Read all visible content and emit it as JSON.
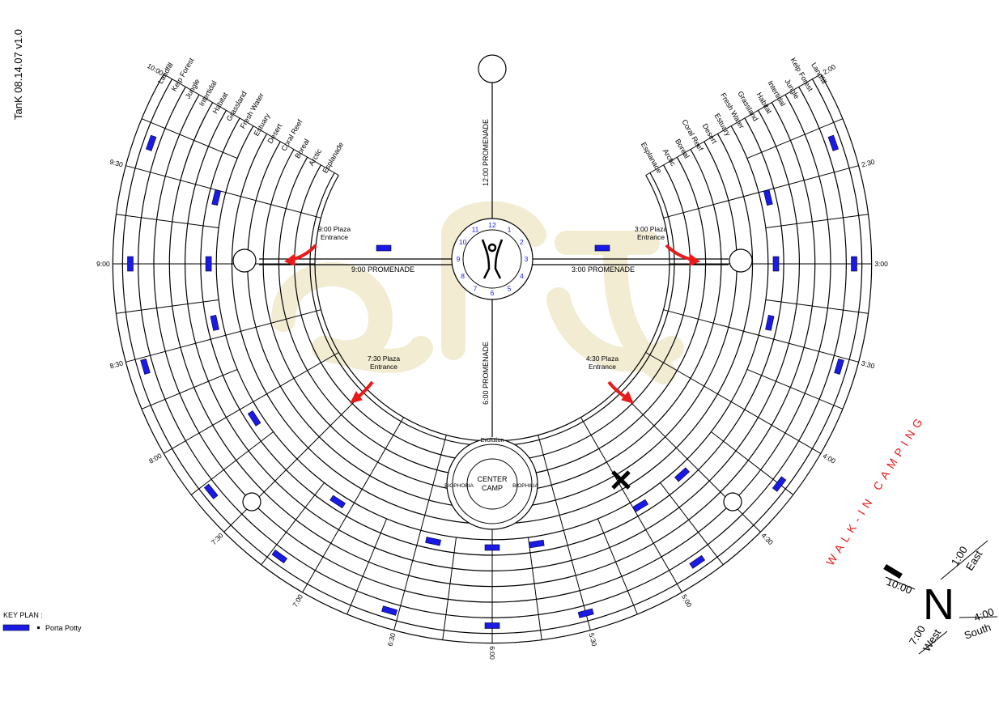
{
  "title": "TanK 08.14.07   v1.0",
  "streets": [
    "Esplanade",
    "Arctic",
    "Boreal",
    "Coral Reef",
    "Desert",
    "Estuary",
    "Fresh Water",
    "Grassland",
    "Habitat",
    "Intertidal",
    "Jungle",
    "Kelp Forest",
    "Landfill"
  ],
  "time_labels": [
    "2:00",
    "2:30",
    "3:00",
    "3:30",
    "4:00",
    "4:30",
    "5:00",
    "5:30",
    "6:00",
    "6:30",
    "7:00",
    "7:30",
    "8:00",
    "8:30",
    "9:00",
    "9:30",
    "10:00"
  ],
  "promenades": {
    "p12": "12:00 PROMENADE",
    "p9": "9:00 PROMENADE",
    "p3": "3:00 PROMENADE",
    "p6": "6:00 PROMENADE"
  },
  "clock_numbers": [
    "12",
    "1",
    "2",
    "3",
    "4",
    "5",
    "6",
    "7",
    "8",
    "9",
    "10",
    "11"
  ],
  "plaza_entrances": {
    "e900": [
      "9:00 Plaza",
      "Entrance"
    ],
    "e300": [
      "3:00 Plaza",
      "Entrance"
    ],
    "e730": [
      "7:30 Plaza",
      "Entrance"
    ],
    "e430": [
      "4:30 Plaza",
      "Entrance"
    ]
  },
  "center_camp": {
    "title_line1": "CENTER",
    "title_line2": "CAMP",
    "top": "Evolution",
    "left": "BIOPHOBIA",
    "right": "BIOPHILIA"
  },
  "walk_in": "WALK-IN CAMPING",
  "compass": {
    "n": "N",
    "t1000": "10:00",
    "t100": "1:00",
    "east": "East",
    "t400": "4:00",
    "south": "South",
    "t700": "7:00",
    "west": "West"
  },
  "key": {
    "title": "KEY PLAN :",
    "porta": "Porta Potty"
  },
  "colors": {
    "potty": "#1a1ae6",
    "arrow": "#e81a1a",
    "watermark": "#f1ecd2"
  }
}
